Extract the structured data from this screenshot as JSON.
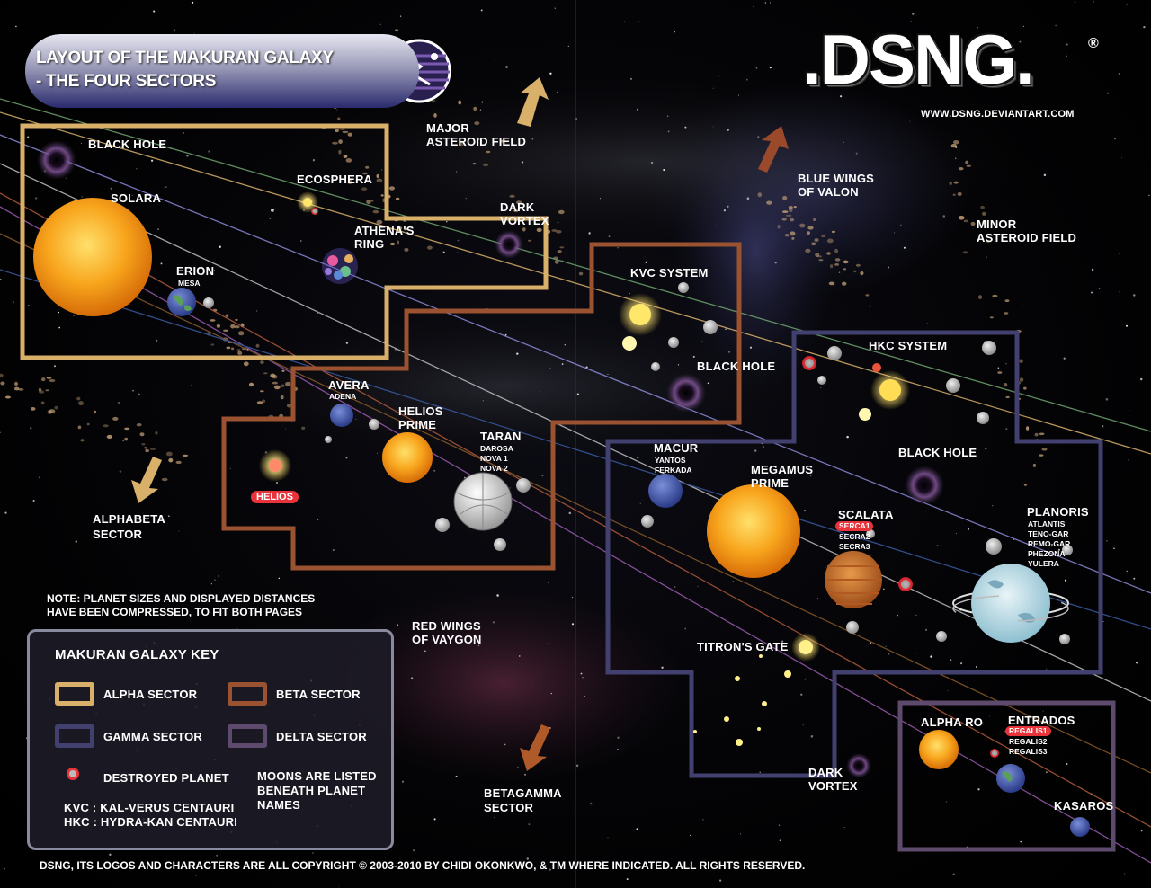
{
  "header": {
    "title_line1": "LAYOUT OF THE MAKURAN GALAXY",
    "title_line2": "- THE FOUR SECTORS",
    "logo": ".DSNG.",
    "logo_mark": "®",
    "logo_url": "WWW.DSNG.DEVIANTART.COM"
  },
  "colors": {
    "alpha": "#d9b06a",
    "beta": "#9a5230",
    "gamma": "#42406e",
    "delta": "#5e4a6c",
    "destroyed": "#e8333a",
    "sun": "#f6a21a"
  },
  "labels": {
    "black_hole_alpha": "BLACK HOLE",
    "solara": "SOLARA",
    "ecosphera": "ECOSPHERA",
    "athenas_ring_1": "ATHENA'S",
    "athenas_ring_2": "RING",
    "erion": "ERION",
    "mesa": "MESA",
    "major_asteroid_1": "MAJOR",
    "major_asteroid_2": "ASTEROID FIELD",
    "dark_vortex_top_1": "DARK",
    "dark_vortex_top_2": "VORTEX",
    "blue_wings_1": "BLUE WINGS",
    "blue_wings_2": "OF VALON",
    "minor_asteroid_1": "MINOR",
    "minor_asteroid_2": "ASTEROID FIELD",
    "kvc_system": "KVC SYSTEM",
    "black_hole_beta": "BLACK HOLE",
    "hkc_system": "HKC SYSTEM",
    "black_hole_gamma": "BLACK HOLE",
    "avera": "AVERA",
    "adena": "ADENA",
    "helios_prime_1": "HELIOS",
    "helios_prime_2": "PRIME",
    "taran": "TARAN",
    "taran_moons": [
      "DAROSA",
      "NOVA 1",
      "NOVA 2"
    ],
    "helios": "HELIOS",
    "alphabeta_1": "ALPHABETA",
    "alphabeta_2": "SECTOR",
    "macur": "MACUR",
    "macur_moons": [
      "YANTOS",
      "FERKADA"
    ],
    "megamus_1": "MEGAMUS",
    "megamus_2": "PRIME",
    "scalata": "SCALATA",
    "serca1": "SERCA1",
    "scalata_moons": [
      "SECRA2",
      "SECRA3"
    ],
    "planoris": "PLANORIS",
    "planoris_moons": [
      "ATLANTIS",
      "TENO-GAR",
      "REMO-GAR",
      "PHEZONA",
      "YULERA"
    ],
    "titrons_gate": "TITRON'S GATE",
    "red_wings_1": "RED WINGS",
    "red_wings_2": "OF VAYGON",
    "dark_vortex_bottom_1": "DARK",
    "dark_vortex_bottom_2": "VORTEX",
    "betagamma_1": "BETAGAMMA",
    "betagamma_2": "SECTOR",
    "alpha_ro": "ALPHA RO",
    "entrados": "ENTRADOS",
    "regalis1": "REGALIS1",
    "entrados_moons": [
      "REGALIS2",
      "REGALIS3"
    ],
    "kasaros": "KASAROS"
  },
  "note_1": "NOTE: PLANET SIZES AND DISPLAYED DISTANCES",
  "note_2": "HAVE BEEN COMPRESSED, TO FIT BOTH PAGES",
  "key": {
    "title": "MAKURAN GALAXY KEY",
    "alpha": "ALPHA SECTOR",
    "beta": "BETA SECTOR",
    "gamma": "GAMMA SECTOR",
    "delta": "DELTA SECTOR",
    "destroyed": "DESTROYED PLANET",
    "moons_1": "MOONS ARE LISTED",
    "moons_2": "BENEATH PLANET",
    "moons_3": "NAMES",
    "kvc": "KVC :  KAL-VERUS CENTAURI",
    "hkc": "HKC :  HYDRA-KAN CENTAURI"
  },
  "copyright": "DSNG, ITS LOGOS AND CHARACTERS ARE ALL COPYRIGHT © 2003-2010 BY CHIDI OKONKWO, & TM WHERE INDICATED. ALL RIGHTS RESERVED."
}
